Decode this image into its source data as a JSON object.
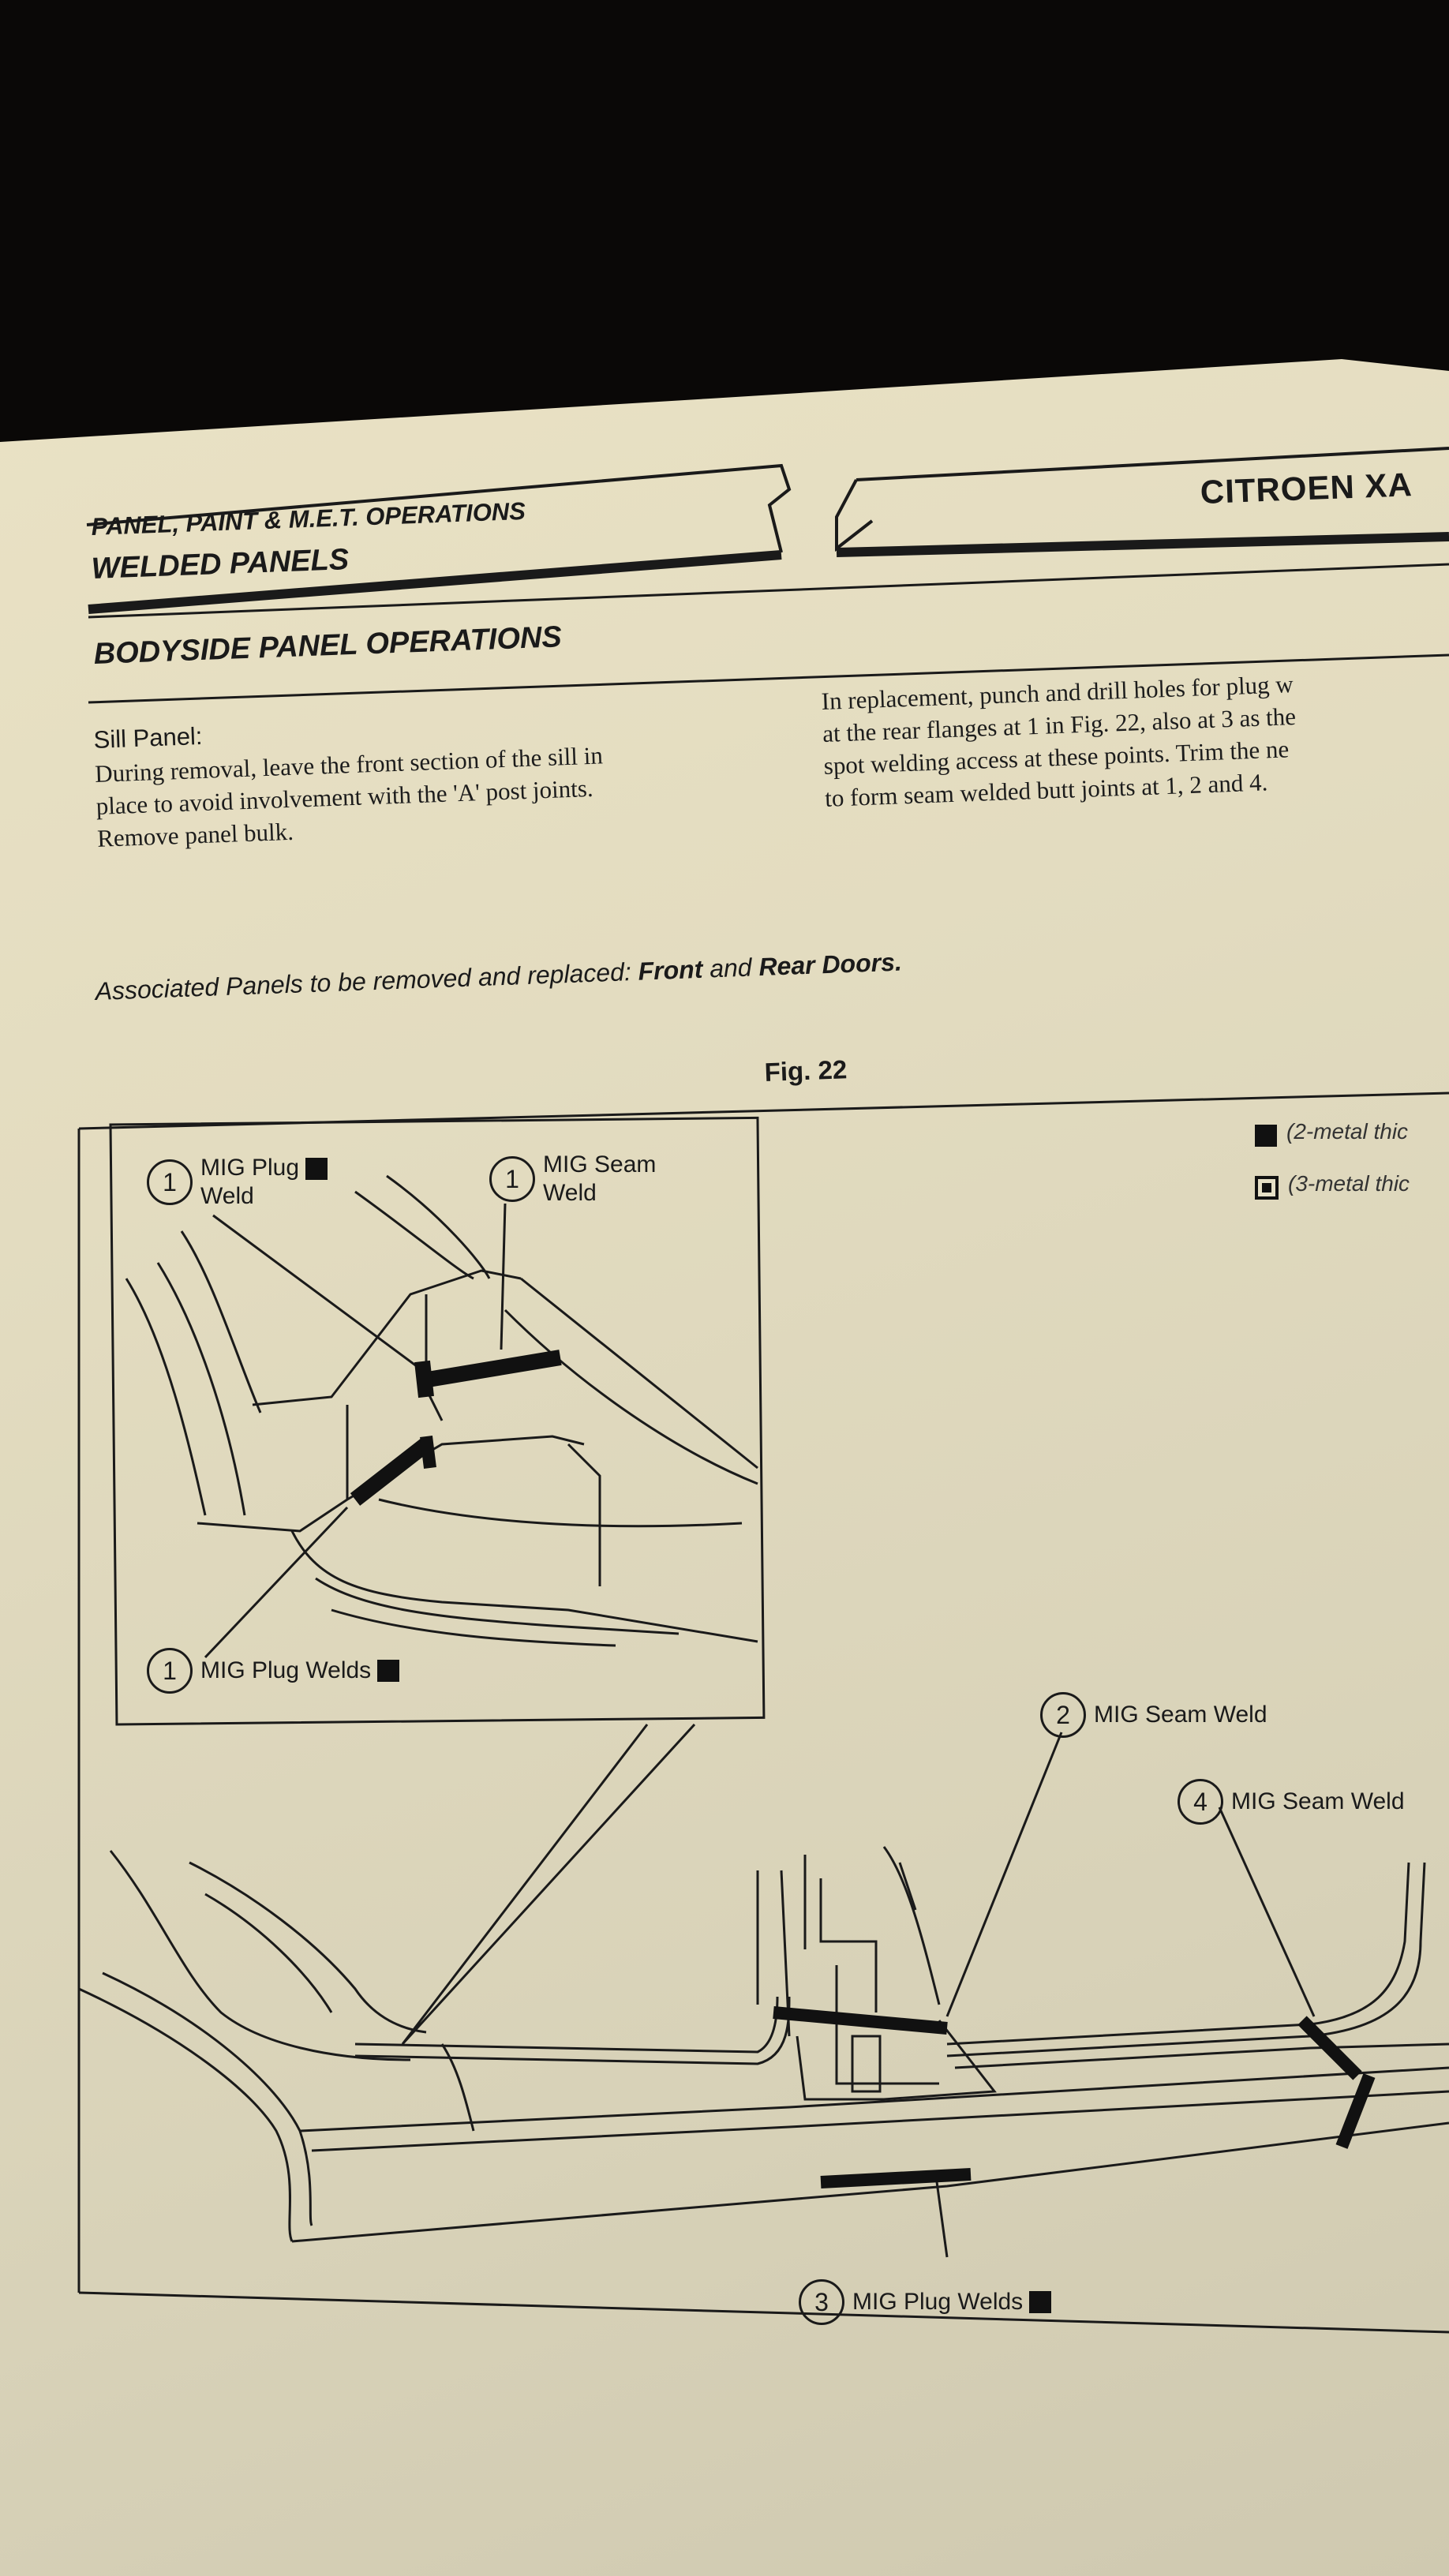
{
  "header": {
    "section_line1": "PANEL, PAINT & M.E.T. OPERATIONS",
    "section_line2": "WELDED PANELS",
    "brand": "CITROEN XA",
    "title": "BODYSIDE PANEL OPERATIONS"
  },
  "left_column": {
    "heading": "Sill Panel:",
    "lines": [
      "During removal, leave the front section of the sill in",
      "place to avoid involvement with the 'A' post joints.",
      "Remove panel bulk."
    ]
  },
  "right_column": {
    "lines": [
      "In replacement, punch and drill holes for plug w",
      "at the rear flanges at 1 in Fig. 22, also at 3 as the",
      "spot welding access at these points. Trim the ne",
      "to form seam welded butt joints at 1, 2 and 4."
    ]
  },
  "associated": {
    "prefix": "Associated Panels to be removed and replaced:",
    "front": "Front",
    "and": "and",
    "rear": "Rear Doors."
  },
  "figure": {
    "caption": "Fig. 22",
    "legend": [
      "(2-metal thic",
      "(3-metal thic"
    ],
    "callouts": {
      "c1a_num": "1",
      "c1a_line1": "MIG Plug",
      "c1a_line2": "Weld",
      "c1b_num": "1",
      "c1b_line1": "MIG Seam",
      "c1b_line2": "Weld",
      "c1c_num": "1",
      "c1c_text": "MIG Plug Welds",
      "c2_num": "2",
      "c2_text": "MIG Seam Weld",
      "c4_num": "4",
      "c4_text": "MIG Seam Weld",
      "c3_num": "3",
      "c3_text": "MIG Plug Welds"
    }
  }
}
